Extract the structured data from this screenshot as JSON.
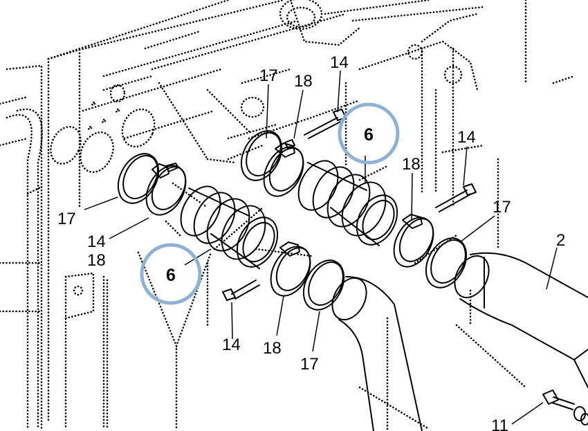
{
  "diagram": {
    "highlight_color": "#8fb2d4",
    "line_color": "#000000",
    "background": "#ffffff",
    "callouts": {
      "c1": "17",
      "c2": "18",
      "c3": "14",
      "c4": "6",
      "c5": "14",
      "c6": "18",
      "c7": "17",
      "c8": "2",
      "c9": "17",
      "c10": "14",
      "c11": "18",
      "c12": "6",
      "c13": "14",
      "c14": "18",
      "c15": "17",
      "c16": "11"
    }
  }
}
